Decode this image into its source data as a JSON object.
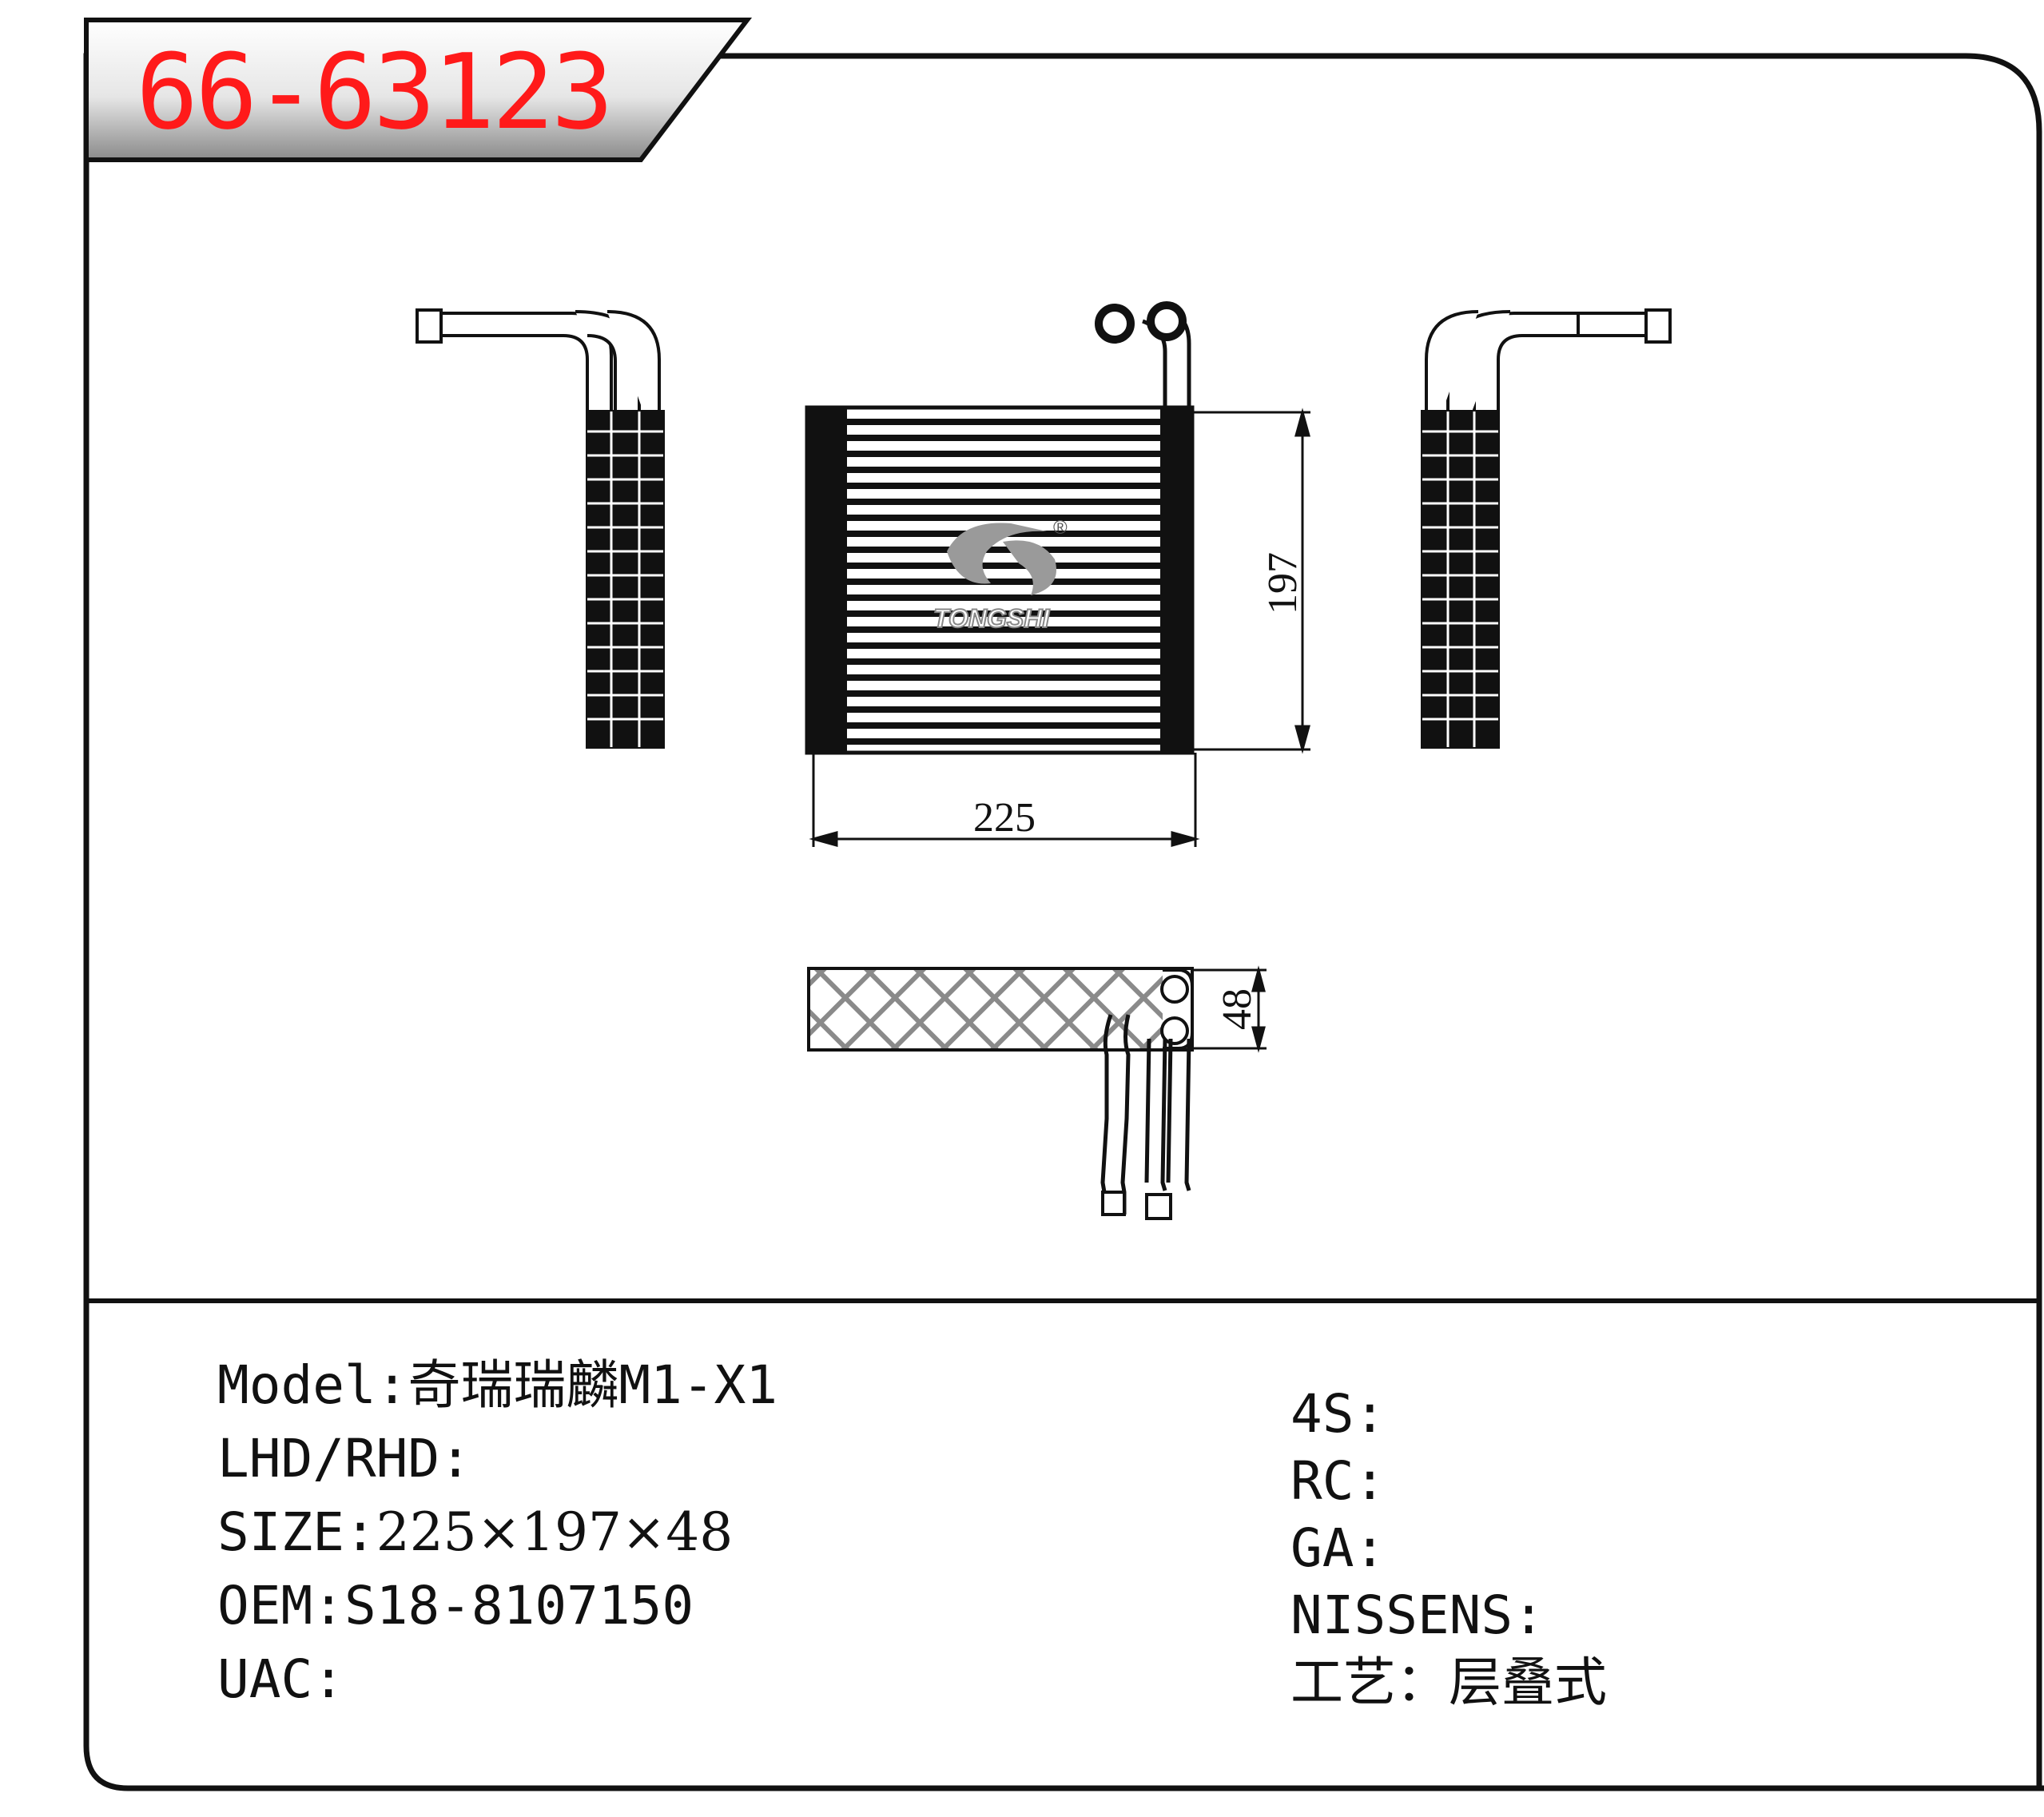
{
  "header": {
    "part_number": "66-63123"
  },
  "drawing": {
    "dims": {
      "width": "225",
      "height": "197",
      "depth": "48"
    },
    "logo_text": "TONGSHI",
    "logo_mark": "®"
  },
  "specs_left": [
    {
      "label": "Model",
      "sep": ":",
      "value": "奇瑞瑞麟M1-X1"
    },
    {
      "label": "LHD/RHD",
      "sep": ":",
      "value": ""
    },
    {
      "label": "SIZE",
      "sep": ":",
      "value": "225×197×48"
    },
    {
      "label": "OEM",
      "sep": ":",
      "value": "S18-8107150"
    },
    {
      "label": "UAC",
      "sep": ":",
      "value": ""
    }
  ],
  "specs_right": [
    {
      "label": "4S",
      "sep": ":",
      "value": ""
    },
    {
      "label": "RC",
      "sep": ":",
      "value": ""
    },
    {
      "label": "GA",
      "sep": ":",
      "value": ""
    },
    {
      "label": "NISSENS",
      "sep": ":",
      "value": ""
    },
    {
      "label": "工艺",
      "sep": "：",
      "value": "层叠式"
    }
  ]
}
